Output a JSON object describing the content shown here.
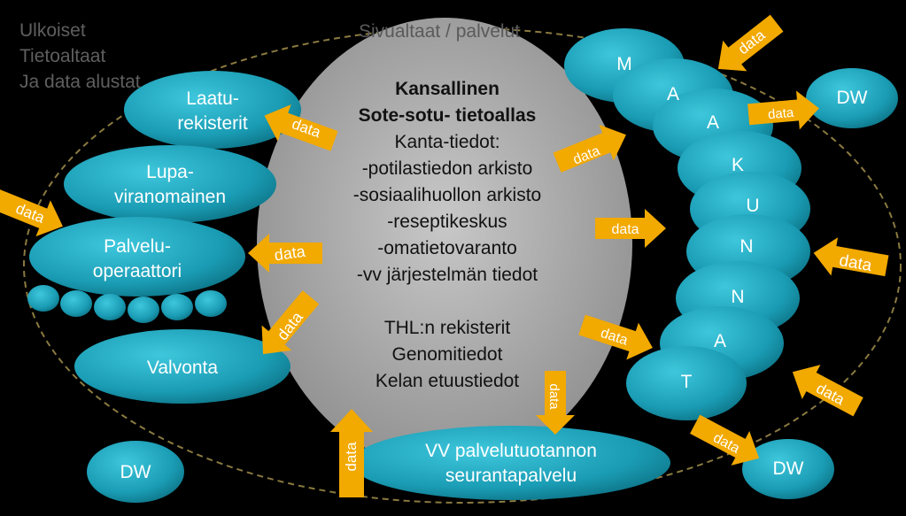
{
  "colors": {
    "background": "#000000",
    "cloud": "#b5b5b5",
    "oval": "#1a9cb4",
    "arrow": "#f2a900",
    "dashed_border": "#8a7a40"
  },
  "corner_label": [
    "Ulkoiset",
    "Tietoaltaat",
    "Ja data alustat"
  ],
  "center": {
    "top_label": "Sivualtaat / palvelut",
    "title_lines": [
      "Kansallinen",
      "Sote-sotu- tietoallas"
    ],
    "kanta_lines": [
      "Kanta-tiedot:",
      "-potilastiedon arkisto",
      "-sosiaalihuollon arkisto",
      "-reseptikeskus",
      "-omatietovaranto",
      "-vv järjestelmän tiedot"
    ],
    "registry_lines": [
      "THL:n rekisterit",
      "Genomitiedot",
      "Kelan etuustiedot"
    ]
  },
  "left_ovals": {
    "laatu": [
      "Laatu-",
      "rekisterit"
    ],
    "lupa": [
      "Lupa-",
      "viranomainen"
    ],
    "palvelu": [
      "Palvelu-",
      "operaattori"
    ],
    "valvonta": "Valvonta",
    "dw": "DW"
  },
  "bottom_oval": [
    "VV palvelutuotannon",
    "seurantapalvelu"
  ],
  "maakunnat_letters": [
    "M",
    "A",
    "A",
    "K",
    "U",
    "N",
    "N",
    "A",
    "T"
  ],
  "right_dw_top": "DW",
  "right_dw_bottom": "DW",
  "arrow_label": "data"
}
